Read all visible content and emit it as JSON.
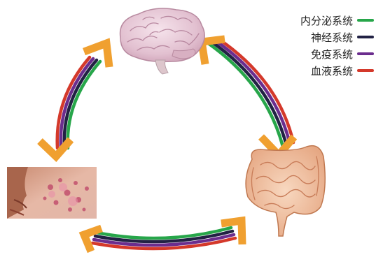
{
  "legend": [
    {
      "label": "内分泌系统",
      "color": "#27a64a"
    },
    {
      "label": "神经系统",
      "color": "#222244"
    },
    {
      "label": "免疫系统",
      "color": "#6b2d8e"
    },
    {
      "label": "血液系统",
      "color": "#d4392b"
    }
  ],
  "nodes": [
    {
      "name": "brain-icon",
      "depicts": "brain"
    },
    {
      "name": "intestine-icon",
      "depicts": "intestines"
    },
    {
      "name": "skin-icon",
      "depicts": "facial skin with acne"
    }
  ],
  "colors": {
    "arrow": "#f0a030",
    "band": [
      "#27a64a",
      "#222244",
      "#6b2d8e",
      "#d4392b"
    ]
  }
}
